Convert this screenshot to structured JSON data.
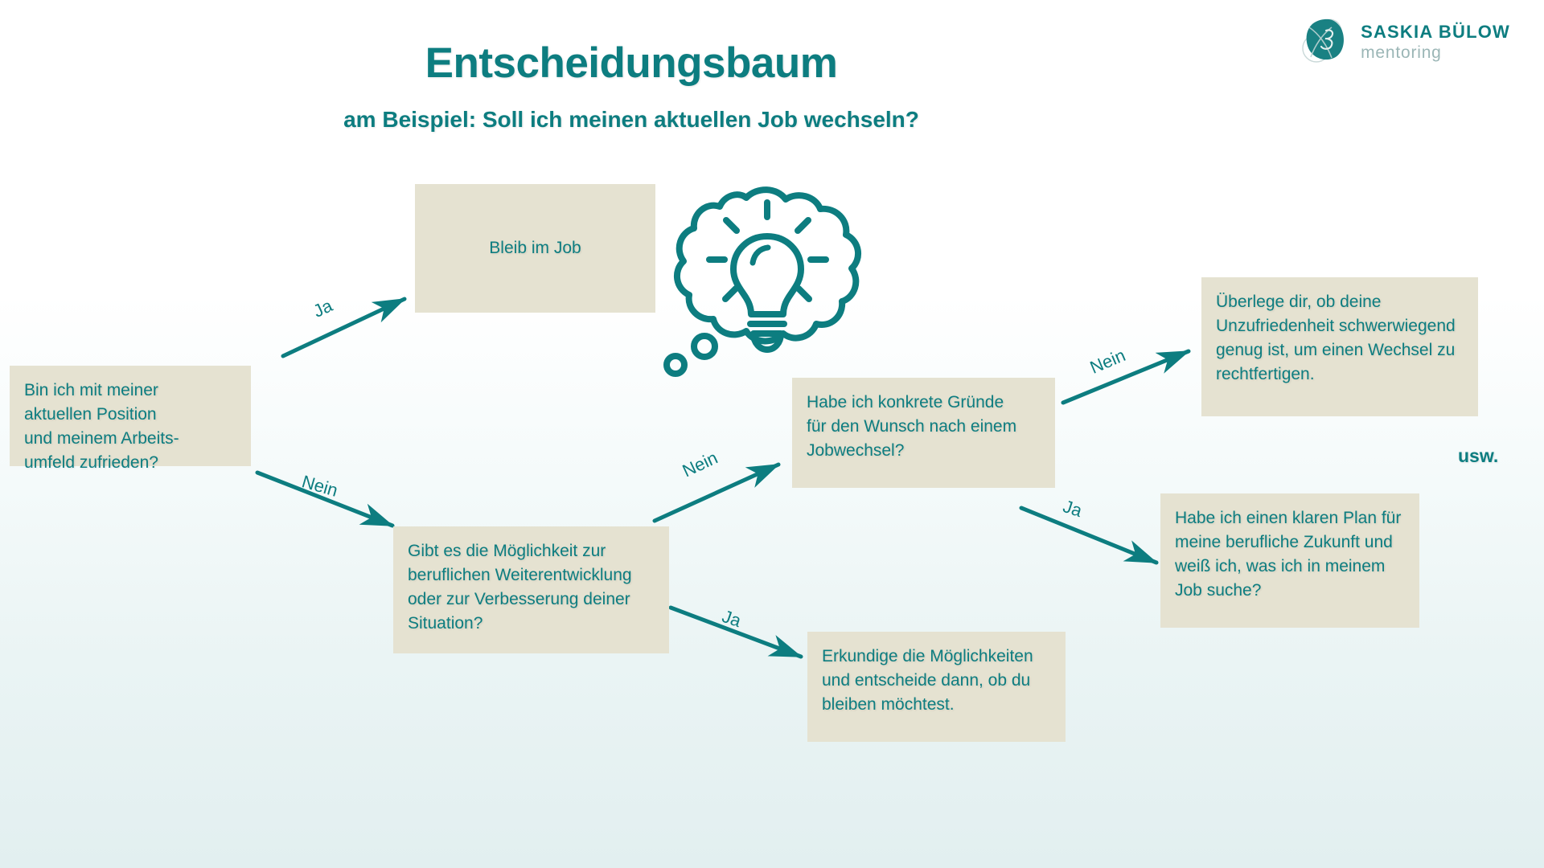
{
  "header": {
    "title": "Entscheidungsbaum",
    "subtitle": "am Beispiel: Soll ich meinen aktuellen Job wechseln?"
  },
  "logo": {
    "name": "SASKIA BÜLOW",
    "tagline": "mentoring",
    "mark_icon": "saskia-buelow-monogram-icon"
  },
  "illustration": {
    "icon": "lightbulb-thought-bubble-icon"
  },
  "colors": {
    "accent": "#0d7d80",
    "node_fill": "#e5e2d1",
    "background_top": "#ffffff",
    "background_bottom": "#e2eff0",
    "logo_tagline": "#9bb6b6"
  },
  "notes": {
    "usw": "usw."
  },
  "chart_data": {
    "type": "diagram",
    "title": "Entscheidungsbaum",
    "subtitle": "am Beispiel: Soll ich meinen aktuellen Job wechseln?",
    "nodes": [
      {
        "id": "n1",
        "label": "Bin ich mit meiner\naktuellen Position\nund meinem Arbeits-\numfeld zufrieden?",
        "kind": "question"
      },
      {
        "id": "n2",
        "label": "Bleib im Job",
        "kind": "outcome"
      },
      {
        "id": "n3",
        "label": "Gibt es die Möglichkeit zur\nberuflichen Weiterentwicklung\noder zur Verbesserung deiner\nSituation?",
        "kind": "question"
      },
      {
        "id": "n4",
        "label": "Habe ich konkrete Gründe\nfür den Wunsch nach einem\nJobwechsel?",
        "kind": "question"
      },
      {
        "id": "n5",
        "label": "Erkundige die Möglichkeiten\nund entscheide dann, ob du\nbleiben möchtest.",
        "kind": "outcome"
      },
      {
        "id": "n6",
        "label": "Überlege dir, ob deine\nUnzufriedenheit schwerwiegend\ngenug ist, um einen Wechsel zu\nrechtfertigen.",
        "kind": "outcome"
      },
      {
        "id": "n7",
        "label": "Habe ich einen klaren Plan für\nmeine berufliche Zukunft und\nweiß ich, was ich in meinem\nJob suche?",
        "kind": "question"
      }
    ],
    "edges": [
      {
        "from": "n1",
        "to": "n2",
        "label": "Ja"
      },
      {
        "from": "n1",
        "to": "n3",
        "label": "Nein"
      },
      {
        "from": "n3",
        "to": "n4",
        "label": "Nein"
      },
      {
        "from": "n3",
        "to": "n5",
        "label": "Ja"
      },
      {
        "from": "n4",
        "to": "n6",
        "label": "Nein"
      },
      {
        "from": "n4",
        "to": "n7",
        "label": "Ja"
      }
    ],
    "annotations": [
      "usw."
    ]
  }
}
